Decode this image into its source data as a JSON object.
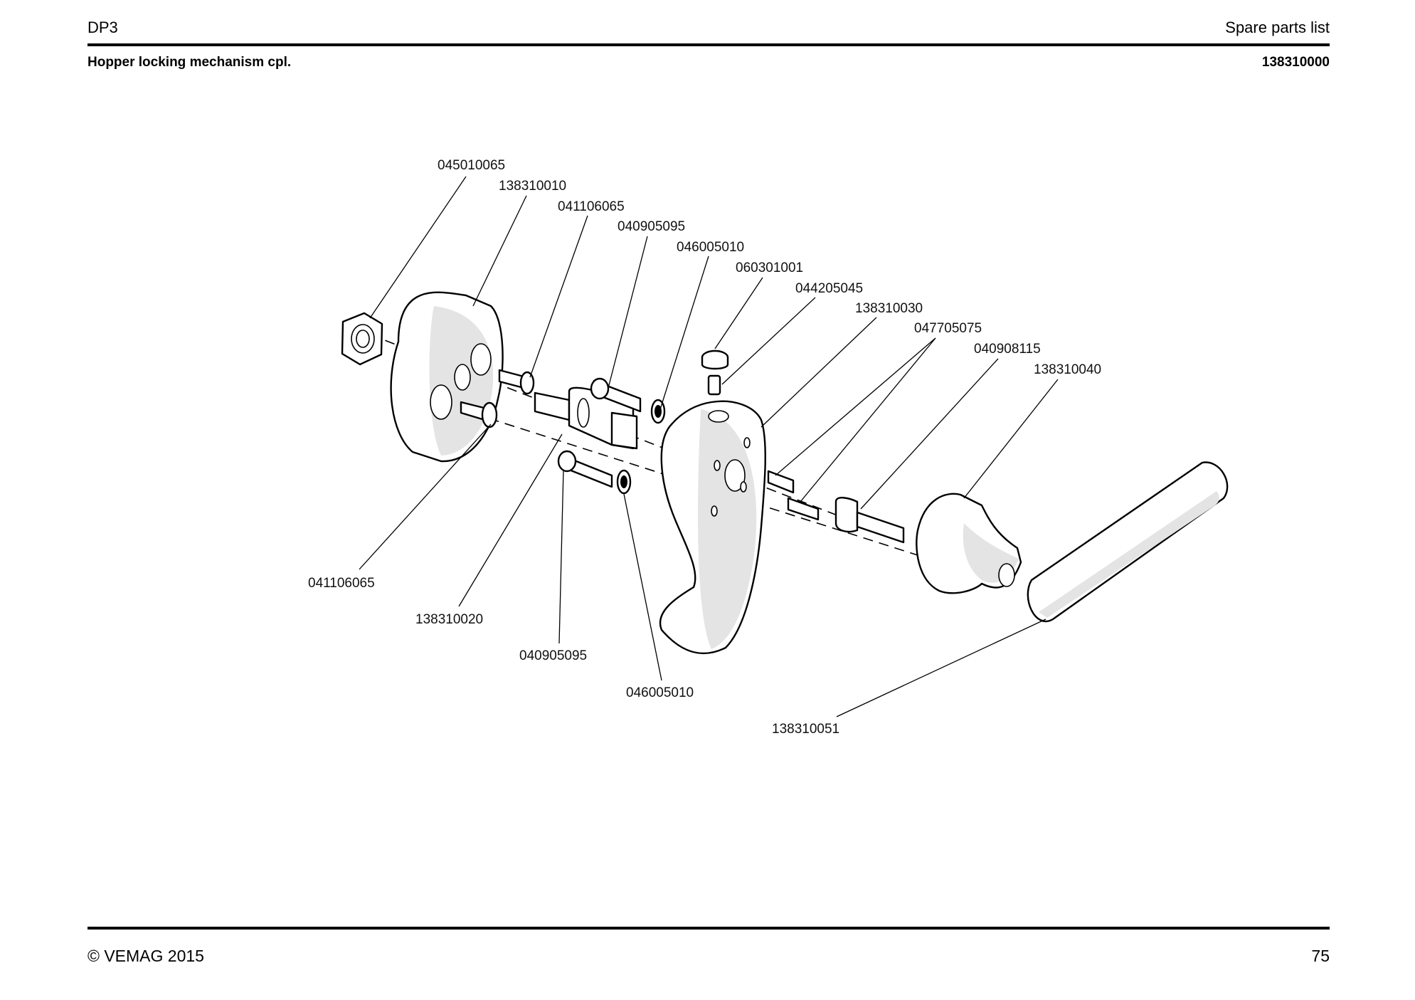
{
  "header": {
    "product": "DP3",
    "doc_type": "Spare parts list",
    "assembly_title": "Hopper locking mechanism cpl.",
    "assembly_number": "138310000"
  },
  "callouts": {
    "c1": "045010065",
    "c2": "138310010",
    "c3": "041106065",
    "c4": "040905095",
    "c5": "046005010",
    "c6": "060301001",
    "c7": "044205045",
    "c8": "138310030",
    "c9": "047705075",
    "c10": "040908115",
    "c11": "138310040",
    "c12": "041106065",
    "c13": "138310020",
    "c14": "040905095",
    "c15": "046005010",
    "c16": "138310051"
  },
  "footer": {
    "copyright": "© VEMAG 2015",
    "page_number": "75"
  }
}
